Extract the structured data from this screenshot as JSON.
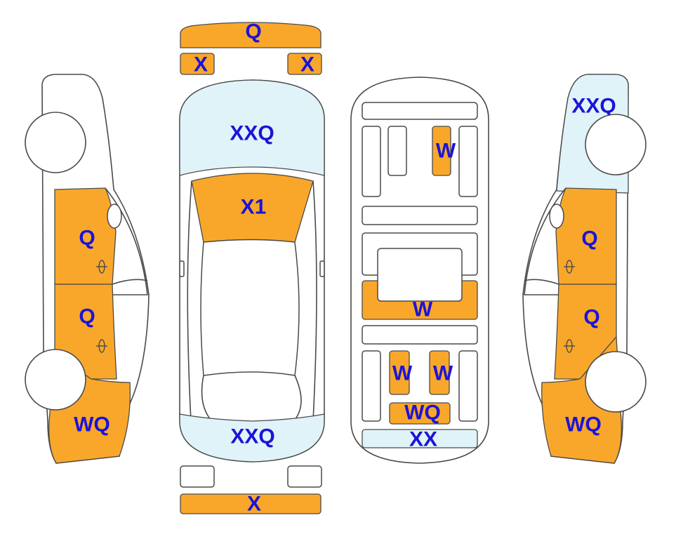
{
  "colors": {
    "damaged": "#f9a72b",
    "glass": "#dff3f9",
    "label": "#1a14d8",
    "outline": "#4a4a4a"
  },
  "left_side": {
    "front_door": "Q",
    "rear_door": "Q",
    "rear_quarter": "WQ"
  },
  "top_view": {
    "front_bumper": "Q",
    "front_left_light": "X",
    "front_right_light": "X",
    "windshield": "XXQ",
    "hood": "X1",
    "rear_window": "XXQ",
    "rear_bumper": "X"
  },
  "interior": {
    "front_seat": "W",
    "middle_bench": "W",
    "rear_seat_left": "W",
    "rear_seat_right": "W",
    "rear_bench": "WQ",
    "trunk": "XX"
  },
  "right_side": {
    "windshield": "XXQ",
    "front_door": "Q",
    "rear_door": "Q",
    "rear_quarter": "WQ"
  }
}
